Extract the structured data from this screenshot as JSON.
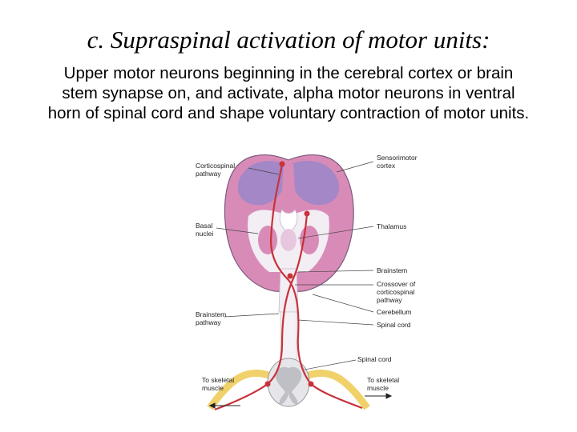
{
  "slide": {
    "title": "c. Supraspinal activation of motor units:",
    "body_lines": [
      "Upper motor neurons beginning in the cerebral cortex or brain",
      "stem synapse on, and activate, alpha motor neurons in ventral",
      "horn of spinal cord and shape voluntary contraction of motor units."
    ]
  },
  "diagram": {
    "labels_left": {
      "corticospinal": [
        "Corticospinal",
        "pathway"
      ],
      "basal": [
        "Basal",
        "nuclei"
      ],
      "brainstem_path": [
        "Brainstem",
        "pathway"
      ],
      "skeletal_left": [
        "To skeletal",
        "muscle"
      ]
    },
    "labels_right": {
      "sensorimotor": [
        "Sensorimotor",
        "cortex"
      ],
      "thalamus": "Thalamus",
      "brainstem": "Brainstem",
      "crossover": [
        "Crossover of",
        "corticospinal",
        "pathway"
      ],
      "cerebellum": "Cerebellum",
      "spinal_cord": "Spinal cord",
      "spinal_cord_lower": "Spinal cord",
      "skeletal_right": [
        "To skeletal",
        "muscle"
      ]
    },
    "colors": {
      "pathway": "#c8323a",
      "gray_matter": "#d98bb8",
      "cortex_purple": "#9a86c8",
      "white_matter": "#f2eef4",
      "ganglia": "#f0d16a"
    }
  }
}
